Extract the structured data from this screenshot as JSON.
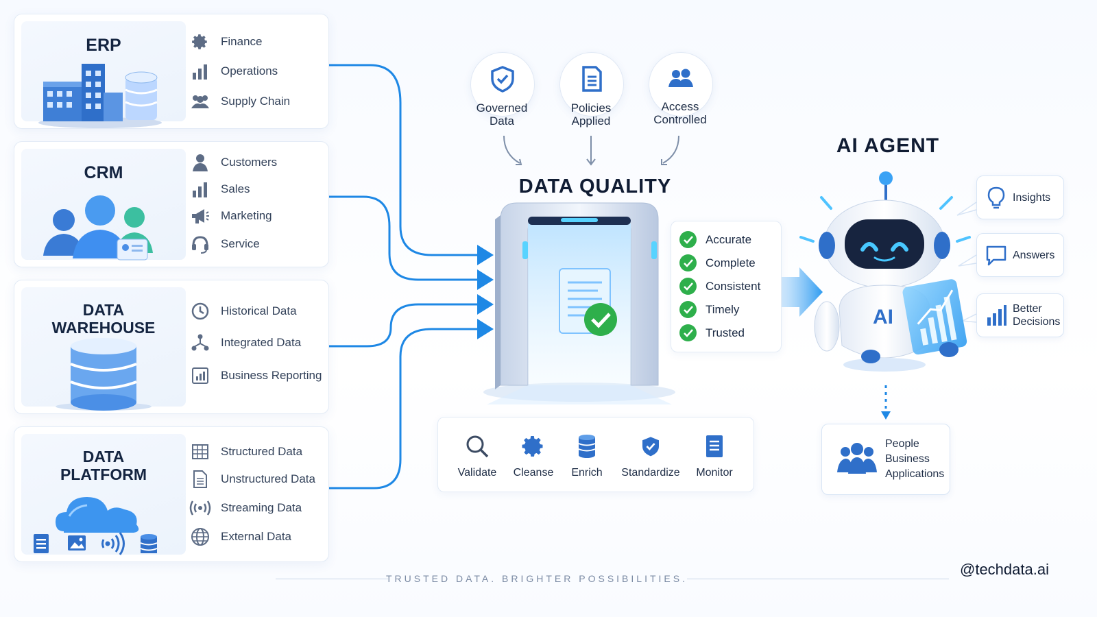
{
  "sources": [
    {
      "title": "ERP",
      "items": [
        "Finance",
        "Operations",
        "Supply Chain"
      ]
    },
    {
      "title": "CRM",
      "items": [
        "Customers",
        "Sales",
        "Marketing",
        "Service"
      ]
    },
    {
      "title": "DATA\nWAREHOUSE",
      "items": [
        "Historical Data",
        "Integrated Data",
        "Business Reporting"
      ]
    },
    {
      "title": "DATA\nPLATFORM",
      "items": [
        "Structured Data",
        "Unstructured Data",
        "Streaming Data",
        "External Data"
      ]
    }
  ],
  "governance": [
    "Governed\nData",
    "Policies\nApplied",
    "Access\nControlled"
  ],
  "data_quality": {
    "title": "DATA QUALITY",
    "checks": [
      "Accurate",
      "Complete",
      "Consistent",
      "Timely",
      "Trusted"
    ],
    "steps": [
      "Validate",
      "Cleanse",
      "Enrich",
      "Standardize",
      "Monitor"
    ]
  },
  "ai_agent": {
    "title": "AI AGENT",
    "badge": "AI",
    "outputs": [
      "Insights",
      "Answers",
      "Better\nDecisions"
    ],
    "consumers": "People\nBusiness\nApplications"
  },
  "footer": {
    "tagline": "TRUSTED DATA. BRIGHTER POSSIBILITIES.",
    "handle": "@techdata.ai"
  },
  "colors": {
    "accent": "#1e88e5",
    "icon": "#2f6fc9",
    "check": "#2eaf4b",
    "navy": "#101c33"
  }
}
